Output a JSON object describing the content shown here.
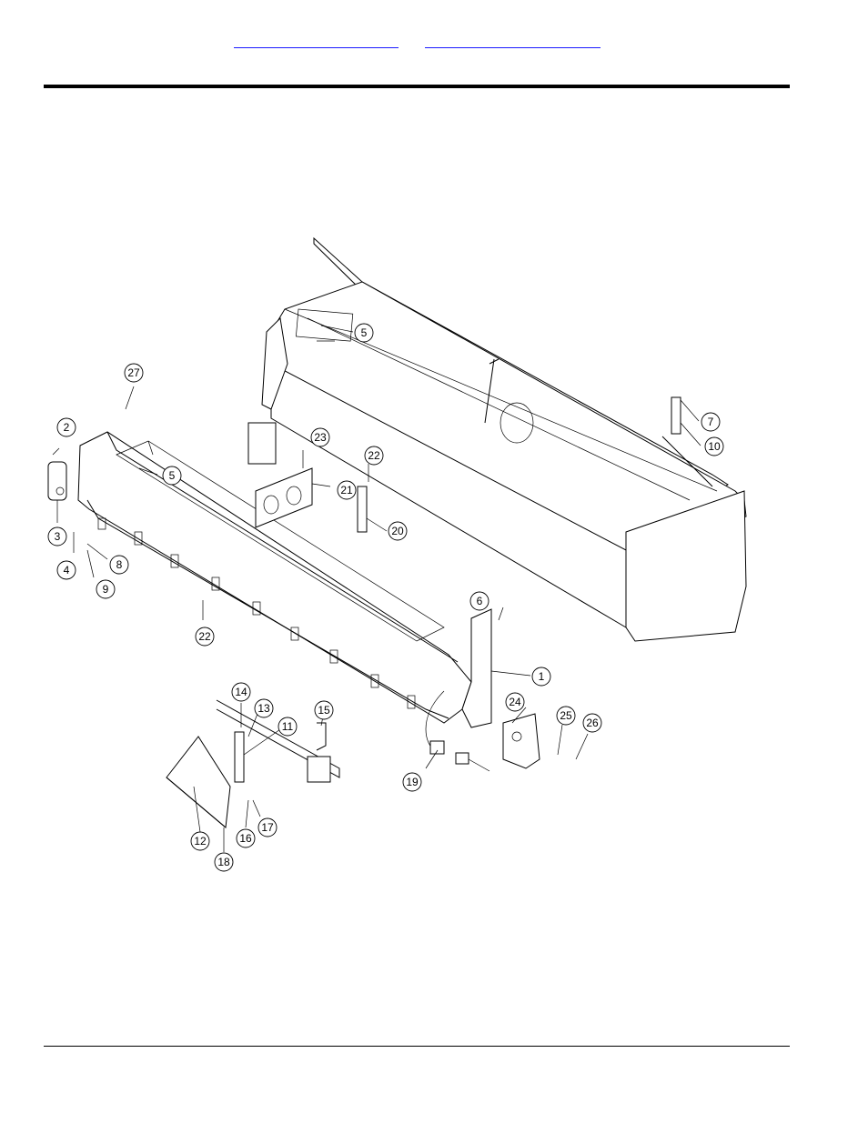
{
  "header": {
    "links": [
      {
        "label": ""
      },
      {
        "label": ""
      }
    ]
  },
  "diagram": {
    "callouts": [
      "1",
      "2",
      "3",
      "4",
      "5",
      "5",
      "6",
      "7",
      "8",
      "9",
      "10",
      "11",
      "12",
      "13",
      "14",
      "15",
      "16",
      "17",
      "18",
      "19",
      "20",
      "21",
      "22",
      "22",
      "23",
      "24",
      "25",
      "26",
      "27"
    ]
  }
}
